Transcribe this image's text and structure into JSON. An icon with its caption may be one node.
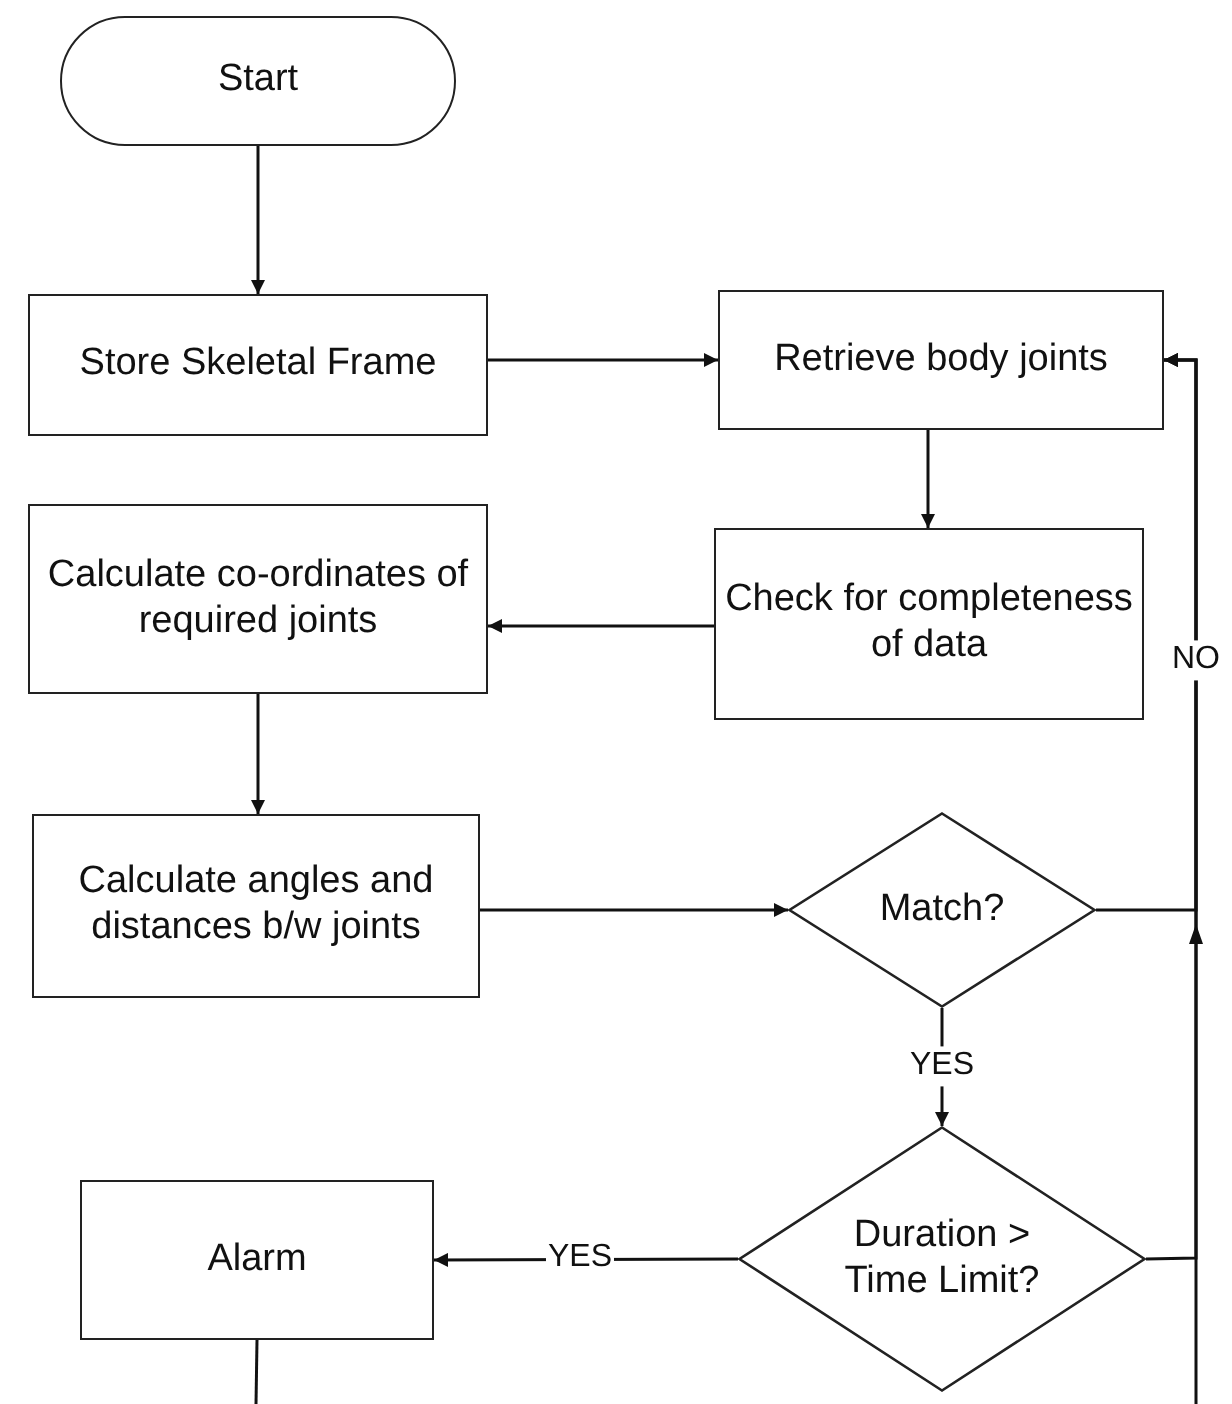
{
  "diagram": {
    "nodes": [
      {
        "text": [
          "Start"
        ]
      },
      {
        "text": [
          "Store Skeletal Frame"
        ]
      },
      {
        "text": [
          "Retrieve body joints"
        ]
      },
      {
        "text": [
          "Check for completeness of data"
        ]
      },
      {
        "text": [
          "Calculate co-ordinates of required joints"
        ]
      },
      {
        "text": [
          "Calculate angles and distances b/w joints"
        ]
      },
      {
        "text": [
          "Match?"
        ]
      },
      {
        "text": [
          "Duration > Time Limit?"
        ]
      },
      {
        "text": [
          "Alarm"
        ]
      }
    ],
    "edges": [
      {
        "from": 0,
        "to": 1,
        "arrow": "to"
      },
      {
        "from": 1,
        "to": 2,
        "arrow": "to"
      },
      {
        "from": 2,
        "to": 3,
        "arrow": "to"
      },
      {
        "from": 3,
        "to": 4,
        "arrow": "to"
      },
      {
        "from": 4,
        "to": 5,
        "arrow": "to"
      },
      {
        "from": 5,
        "to": 6,
        "arrow": "to"
      },
      {
        "from": 6,
        "to": 7,
        "arrow": "to",
        "label": "YES"
      },
      {
        "from": 7,
        "to": 8,
        "arrow": "to",
        "label": "YES"
      },
      {
        "from": 6,
        "to": 2,
        "arrow": "to",
        "label": "NO"
      },
      {
        "from": 7,
        "to": 2,
        "arrow": "to"
      },
      {
        "from": null,
        "to": 2,
        "arrow": "to"
      },
      {
        "from": 8,
        "to": null,
        "arrow": "none"
      }
    ]
  }
}
